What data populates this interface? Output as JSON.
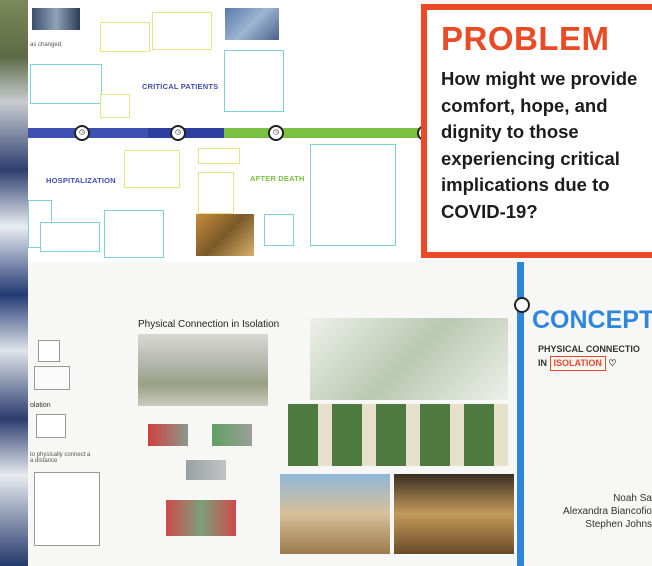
{
  "board": {
    "top_note": "as changed.",
    "labels": {
      "critical_patients": "CRITICAL PATIENTS",
      "hospitalization": "HOSPITALIZATION",
      "after_death": "AFTER DEATH"
    },
    "side_note": "olation",
    "side_note2": "to physically connect a\na distance",
    "pc_title": "Physical Connection in Isolation"
  },
  "problem": {
    "title": "PROBLEM",
    "text": "How might we provide comfort, hope, and dignity to those experiencing critical implications due to COVID-19?"
  },
  "concept": {
    "title": "CONCEPT",
    "sub_line1": "PHYSICAL CONNECTIO",
    "sub_prefix": "IN",
    "isolation_tag": "ISOLATION",
    "names": [
      "Noah Sa",
      "Alexandra Biancofio",
      "Stephen Johns"
    ]
  },
  "colors": {
    "problem_accent": "#ea4a24",
    "concept_accent": "#2e86de",
    "timeline_blue": "#3f4fb3",
    "timeline_green": "#7bc043"
  },
  "icons": [
    "heart-icon",
    "timeline-node-icon"
  ]
}
